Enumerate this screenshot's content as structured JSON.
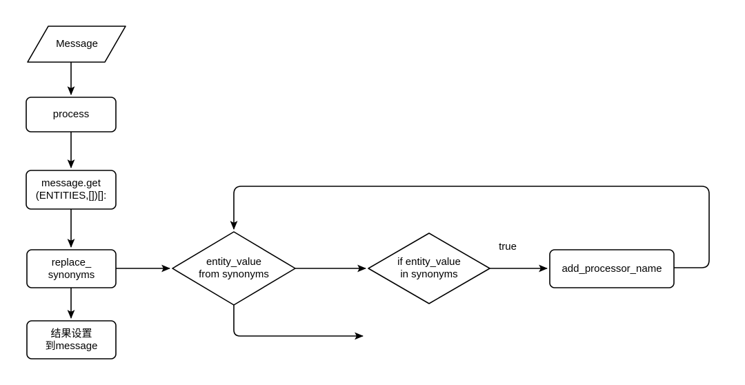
{
  "diagram": {
    "type": "flowchart",
    "colors": {
      "background": "#ffffff",
      "stroke": "#000000",
      "text": "#000000"
    },
    "nodes": {
      "message": {
        "shape": "parallelogram",
        "lines": [
          "Message"
        ]
      },
      "process": {
        "shape": "rectangle",
        "lines": [
          "process"
        ]
      },
      "message_get": {
        "shape": "rectangle",
        "lines": [
          "message.get",
          "(ENTITIES,[])[]:"
        ]
      },
      "replace_synonyms": {
        "shape": "rectangle",
        "lines": [
          "replace_",
          "synonyms"
        ]
      },
      "result_to_message": {
        "shape": "rectangle",
        "lines": [
          "结果设置",
          "到message"
        ]
      },
      "entity_value_from_synonyms": {
        "shape": "diamond",
        "lines": [
          "entity_value",
          "from synonyms"
        ]
      },
      "if_entity_value_in_synonyms": {
        "shape": "diamond",
        "lines": [
          "if entity_value",
          "in synonyms"
        ]
      },
      "add_processor_name": {
        "shape": "rectangle",
        "lines": [
          "add_processor_name"
        ]
      }
    },
    "edges": [
      {
        "from": "message",
        "to": "process",
        "label": ""
      },
      {
        "from": "process",
        "to": "message_get",
        "label": ""
      },
      {
        "from": "message_get",
        "to": "replace_synonyms",
        "label": ""
      },
      {
        "from": "replace_synonyms",
        "to": "result_to_message",
        "label": ""
      },
      {
        "from": "replace_synonyms",
        "to": "entity_value_from_synonyms",
        "label": ""
      },
      {
        "from": "entity_value_from_synonyms",
        "to": "if_entity_value_in_synonyms",
        "label": ""
      },
      {
        "from": "if_entity_value_in_synonyms",
        "to": "add_processor_name",
        "label": "true"
      },
      {
        "from": "add_processor_name",
        "to": "entity_value_from_synonyms",
        "label": ""
      },
      {
        "from": "entity_value_from_synonyms",
        "to": "",
        "label": ""
      }
    ]
  }
}
